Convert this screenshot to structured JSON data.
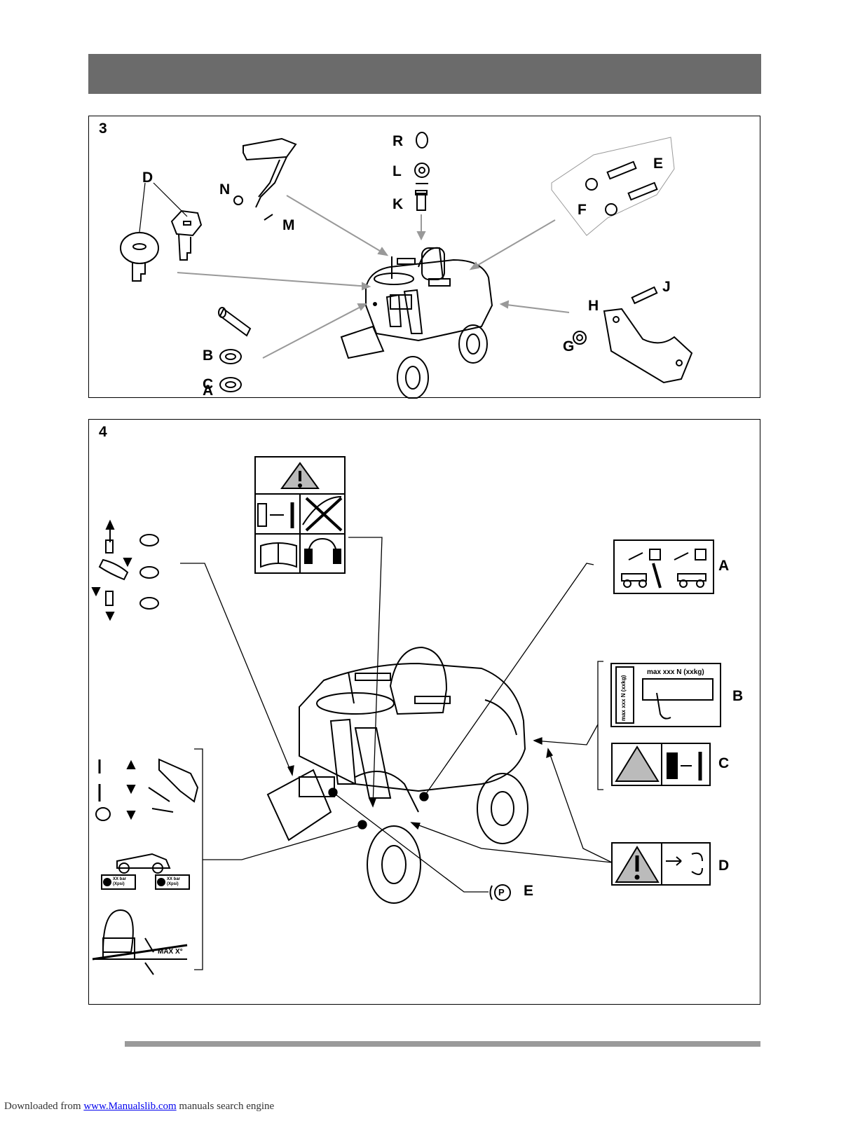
{
  "figure3": {
    "number": "3",
    "labels": {
      "A": "A",
      "B": "B",
      "C": "C",
      "D": "D",
      "E": "E",
      "F": "F",
      "G": "G",
      "H": "H",
      "J": "J",
      "K": "K",
      "L": "L",
      "M": "M",
      "N": "N",
      "R": "R"
    }
  },
  "figure4": {
    "number": "4",
    "labels": {
      "A": "A",
      "B": "B",
      "C": "C",
      "D": "D",
      "E": "E"
    },
    "decal_b_text_horizontal": "max xxx N (xxkg)",
    "decal_b_text_vertical": "max xxx N (xxkg)",
    "tyre_pressure_label": "XX bar (Xpsi)",
    "slope_label": "MAX X°",
    "parking_symbol": "P"
  },
  "footer": {
    "prefix": "Downloaded from ",
    "link_text": "www.Manualslib.com",
    "suffix": " manuals search engine"
  }
}
